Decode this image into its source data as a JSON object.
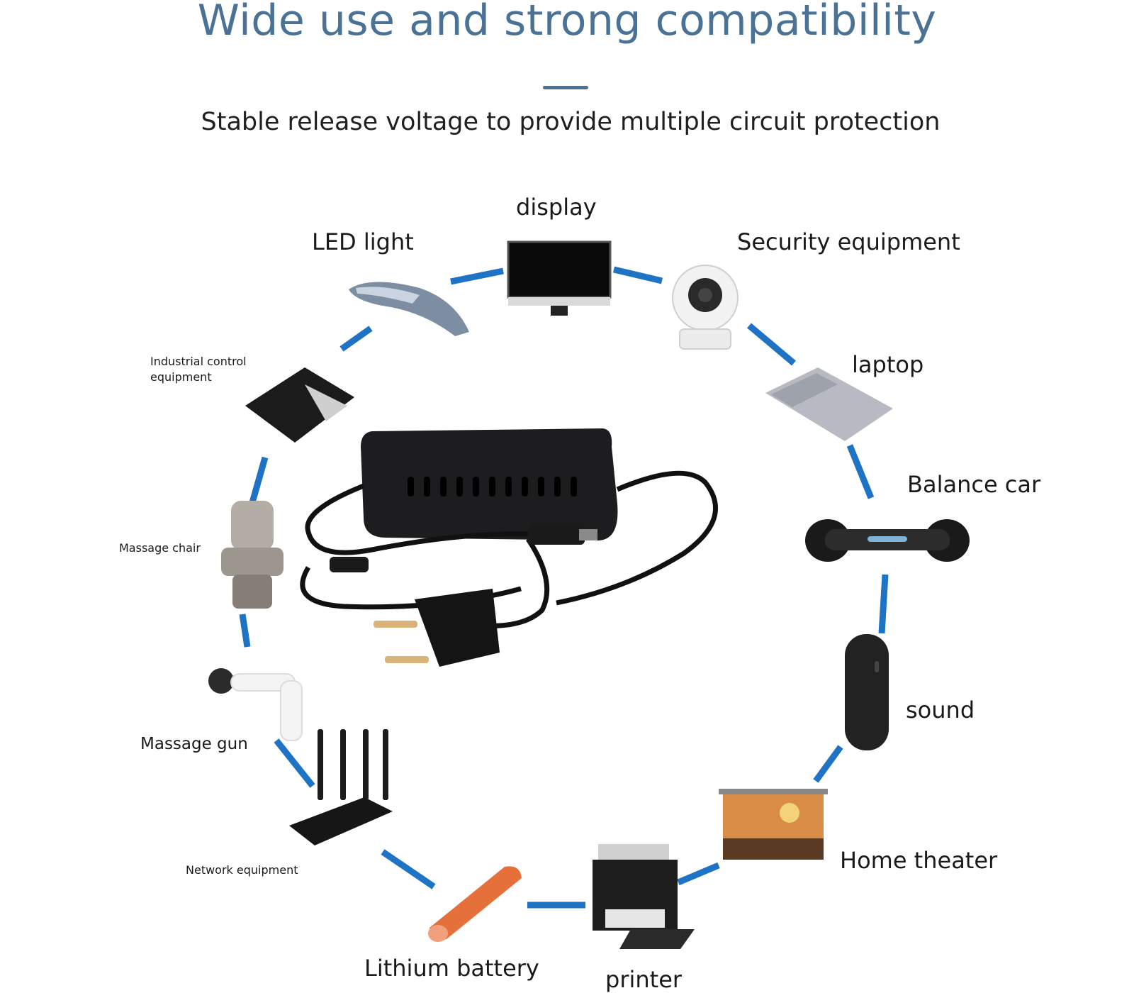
{
  "header": {
    "title": "Wide use and strong compatibility",
    "subtitle": "Stable release voltage to provide multiple circuit protection"
  },
  "colors": {
    "title": "#4a7196",
    "ring": "#1f73c4"
  },
  "applications": {
    "display": "display",
    "led_light": "LED light",
    "security_equipment": "Security equipment",
    "laptop": "laptop",
    "industrial_control_line1": "Industrial control",
    "industrial_control_line2": "equipment",
    "balance_car": "Balance car",
    "massage_chair": "Massage chair",
    "sound": "sound",
    "massage_gun": "Massage gun",
    "network_equipment": "Network equipment",
    "home_theater": "Home theater",
    "lithium_battery": "Lithium battery",
    "printer": "printer"
  },
  "icons": [
    "power-adapter-icon",
    "monitor-icon",
    "led-streetlight-icon",
    "security-camera-icon",
    "laptop-icon",
    "industrial-device-icon",
    "hoverboard-icon",
    "massage-chair-icon",
    "speaker-icon",
    "massage-gun-icon",
    "router-icon",
    "projector-screen-icon",
    "battery-icon",
    "printer-icon"
  ]
}
